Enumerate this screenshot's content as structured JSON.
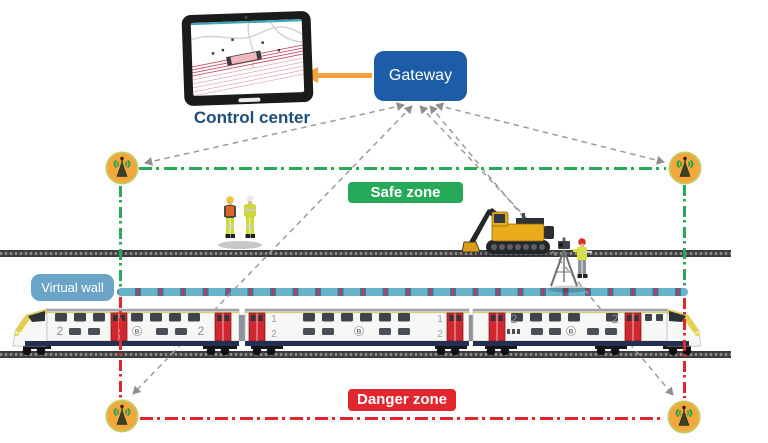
{
  "labels": {
    "control_center": "Control center",
    "gateway": "Gateway",
    "safe_zone": "Safe zone",
    "danger_zone": "Danger zone",
    "virtual_wall": "Virtual wall"
  },
  "train": {
    "type": "three-car double-deck passenger train",
    "class_first": "1",
    "class_second": "2",
    "operator_logo": "B"
  },
  "icons": {
    "beacons": [
      "beacon-top-left",
      "beacon-top-right",
      "beacon-bottom-left",
      "beacon-bottom-right"
    ],
    "beacon_glyph": "radio-antenna",
    "control_center_device": "tablet-with-track-map",
    "scene_sprites": [
      "two-track-workers",
      "excavator",
      "surveyor-with-total-station"
    ]
  },
  "colors": {
    "gateway_blue": "#1d5ca7",
    "safe_green": "#27a95a",
    "danger_red": "#e2262d",
    "virtual_wall_badge": "#6aa5c8",
    "virtual_wall_line": "#5fa9c2",
    "beacon_orange": "#f2a63b",
    "link_gray": "#9b9b9b",
    "arrow_orange": "#f6a13b",
    "control_center_text": "#1d4e79"
  }
}
